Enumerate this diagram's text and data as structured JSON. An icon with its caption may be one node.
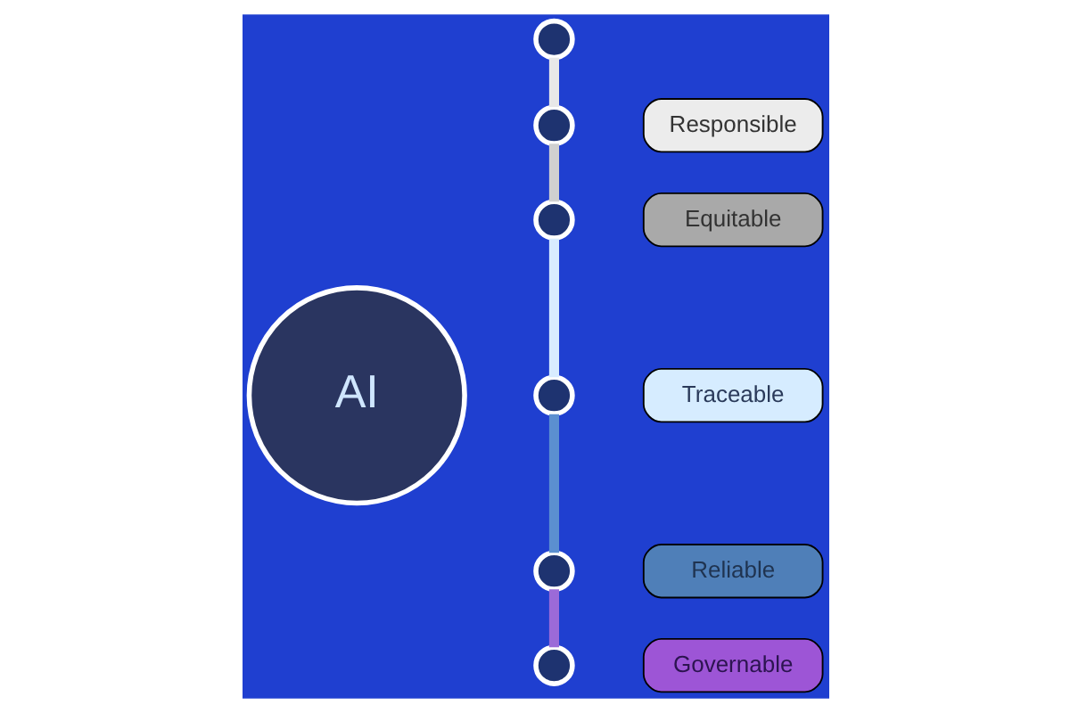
{
  "diagram": {
    "nodes": [
      {
        "text": [
          "AI"
        ]
      },
      {
        "text": [],
        "shape": "circle"
      },
      {
        "text": [],
        "shape": "circle"
      },
      {
        "text": [],
        "shape": "circle"
      },
      {
        "text": [],
        "shape": "circle"
      },
      {
        "text": [],
        "shape": "circle"
      },
      {
        "text": [],
        "shape": "circle"
      },
      {
        "text": [
          "Responsible"
        ]
      },
      {
        "text": [
          "Equitable"
        ]
      },
      {
        "text": [
          "Traceable"
        ]
      },
      {
        "text": [
          "Reliable"
        ]
      },
      {
        "text": [
          "Governable"
        ]
      }
    ],
    "edges": [
      {
        "from": 1,
        "to": 2,
        "arrow": "none",
        "color": "#e8e8e8"
      },
      {
        "from": 2,
        "to": 3,
        "arrow": "none",
        "color": "#d0d0d0"
      },
      {
        "from": 3,
        "to": 4,
        "arrow": "none",
        "color": "#d8ecff"
      },
      {
        "from": 4,
        "to": 5,
        "arrow": "none",
        "color": "#5b8fd0"
      },
      {
        "from": 5,
        "to": 6,
        "arrow": "none",
        "color": "#9b6ad8"
      }
    ]
  }
}
